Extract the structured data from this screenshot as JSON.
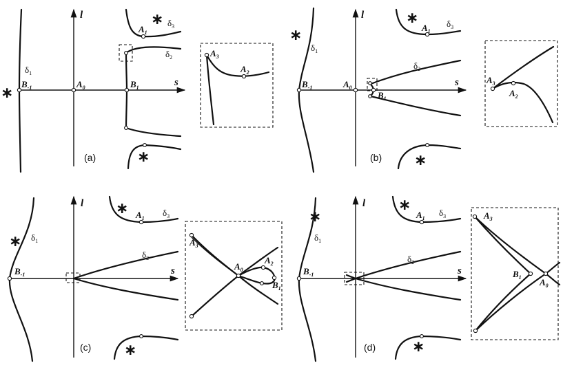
{
  "axes": {
    "x": "s",
    "y": "l"
  },
  "star": "∗",
  "delta": "δ",
  "panels": {
    "a": {
      "tag": "(a)",
      "points": [
        {
          "name": "B",
          "sub": "-1"
        },
        {
          "name": "A",
          "sub": "0"
        },
        {
          "name": "B",
          "sub": "1"
        },
        {
          "name": "A",
          "sub": "1"
        }
      ],
      "deltas": [
        "1",
        "2",
        "3"
      ],
      "inset": [
        {
          "name": "A",
          "sub": "3"
        },
        {
          "name": "A",
          "sub": "2"
        }
      ]
    },
    "b": {
      "tag": "(b)",
      "points": [
        {
          "name": "B",
          "sub": "-1"
        },
        {
          "name": "A",
          "sub": "0"
        },
        {
          "name": "B",
          "sub": "1"
        },
        {
          "name": "A",
          "sub": "1"
        }
      ],
      "deltas": [
        "1",
        "2",
        "3"
      ],
      "inset": [
        {
          "name": "A",
          "sub": "3"
        },
        {
          "name": "A",
          "sub": "2"
        }
      ]
    },
    "c": {
      "tag": "(c)",
      "points": [
        {
          "name": "B",
          "sub": "-1"
        },
        {
          "name": "A",
          "sub": "1"
        }
      ],
      "deltas": [
        "1",
        "2",
        "3"
      ],
      "inset": [
        {
          "name": "A",
          "sub": "3"
        },
        {
          "name": "A",
          "sub": "0"
        },
        {
          "name": "A",
          "sub": "2"
        },
        {
          "name": "B",
          "sub": "1"
        }
      ]
    },
    "d": {
      "tag": "(d)",
      "points": [
        {
          "name": "B",
          "sub": "-1"
        },
        {
          "name": "A",
          "sub": "1"
        }
      ],
      "deltas": [
        "1",
        "2",
        "3"
      ],
      "inset": [
        {
          "name": "A",
          "sub": "3"
        },
        {
          "name": "B",
          "sub": "1"
        },
        {
          "name": "A",
          "sub": "0"
        }
      ]
    }
  }
}
